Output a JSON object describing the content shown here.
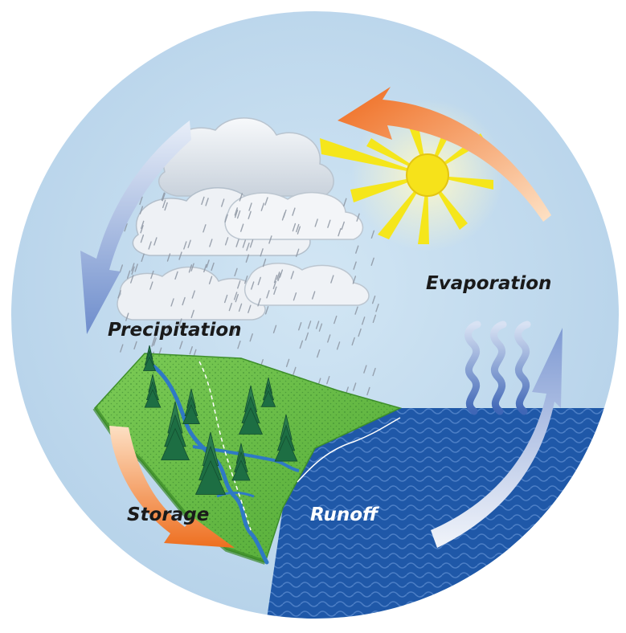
{
  "labels": {
    "evaporation": "Evaporation",
    "precipitation": "Precipitation",
    "storage": "Storage",
    "runoff": "Runoff"
  },
  "colors": {
    "background_disc": "#c6dcee",
    "sun": "#f5e61b",
    "cloud": "#eef2f6",
    "land": "#6cc14a",
    "water": "#1f58a8",
    "arrow_orange": "#ee7f33",
    "arrow_blue": "#8aa6d6",
    "vapor": "#5b7fc4",
    "trees": "#1d6e43",
    "label_dark": "#1a1a1a",
    "label_light": "#ffffff"
  },
  "icons": [
    "sun-icon",
    "cloud-icon",
    "rain-icon",
    "tree-icon",
    "vapor-icon",
    "cycle-arrow-icon"
  ]
}
